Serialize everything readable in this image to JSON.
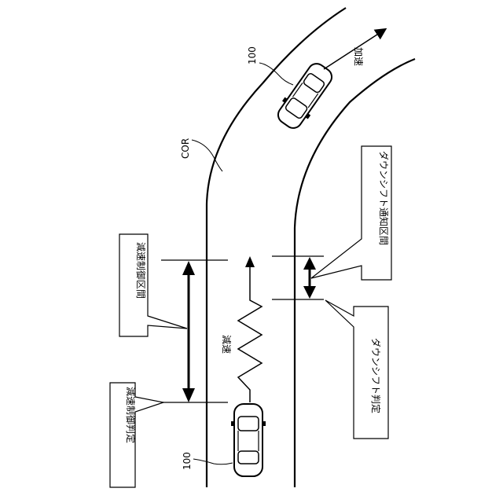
{
  "labels": {
    "accel": "加速",
    "vehicle_ref_top": "100",
    "vehicle_ref_bottom": "100",
    "corner_ref": "COR",
    "decel_control_section": "減速制御区間",
    "decel_control_judgment": "減速制御判定",
    "decel_wave": "減速",
    "downshift_notice_section": "ダウンシフト通知区間",
    "downshift_judgment": "ダウンシフト判定"
  }
}
